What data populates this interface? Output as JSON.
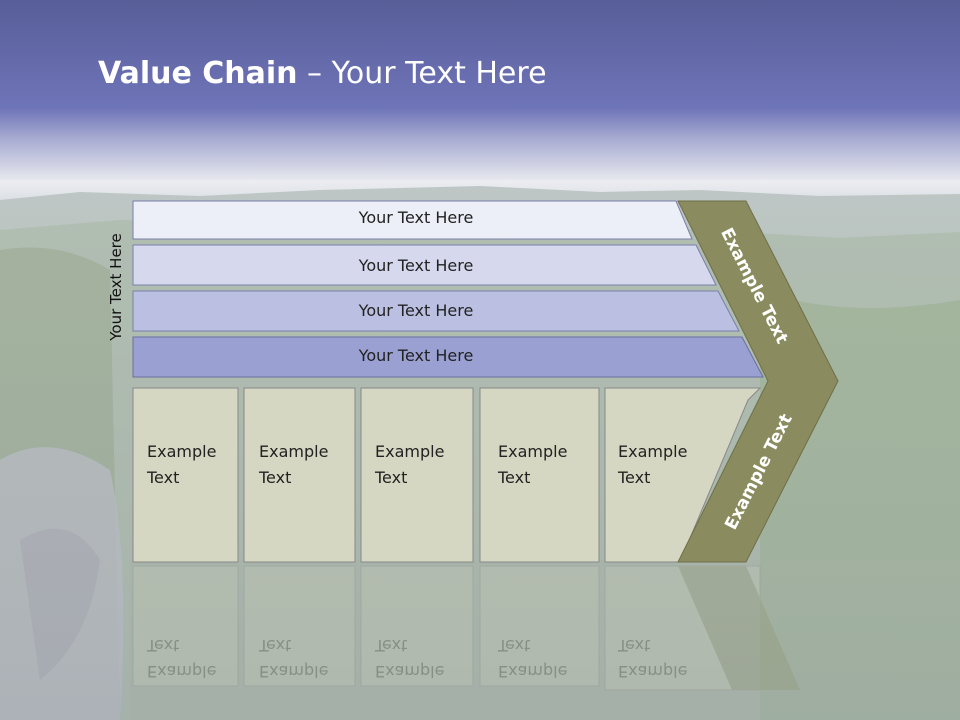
{
  "slide": {
    "title_bold": "Value Chain",
    "title_rest": " – Your Text Here",
    "side_label": "Your Text Here"
  },
  "bars": [
    {
      "label": "Your Text Here",
      "color": "#eceef8"
    },
    {
      "label": "Your Text Here",
      "color": "#d6d9ee"
    },
    {
      "label": "Your Text Here",
      "color": "#bbc0e2"
    },
    {
      "label": "Your Text Here",
      "color": "#9aa0d2"
    }
  ],
  "cards": [
    {
      "line1": "Example",
      "line2": "Text"
    },
    {
      "line1": "Example",
      "line2": "Text"
    },
    {
      "line1": "Example",
      "line2": "Text"
    },
    {
      "line1": "Example",
      "line2": "Text"
    },
    {
      "line1": "Example",
      "line2": "Text"
    }
  ],
  "chevron": {
    "upper_label": "Example Text",
    "lower_label": "Example Text",
    "color": "#8a8b5e"
  },
  "colors": {
    "header": "#6e74b8",
    "card_fill": "#d6d7c2"
  }
}
